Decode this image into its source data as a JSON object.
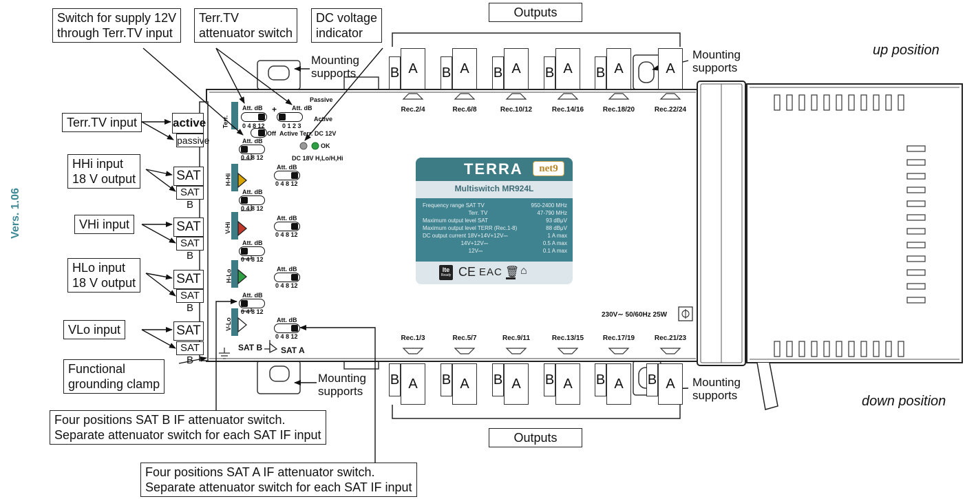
{
  "version": "Vers. 1.06",
  "positions": {
    "up": "up position",
    "down": "down position"
  },
  "callouts": {
    "switch_12v": [
      "Switch for supply 12V",
      "through Terr.TV input"
    ],
    "terr_att": [
      "Terr.TV",
      "attenuator switch"
    ],
    "dc_ind": [
      "DC voltage",
      "indicator"
    ],
    "outputs_top": "Outputs",
    "outputs_bottom": "Outputs",
    "mount_tl": [
      "Mounting",
      "supports"
    ],
    "mount_tr": [
      "Mounting",
      "supports"
    ],
    "mount_bl": [
      "Mounting",
      "supports"
    ],
    "mount_br": [
      "Mounting",
      "supports"
    ],
    "terr_input": "Terr.TV input",
    "hhi_input": [
      "HHi input",
      "18 V output"
    ],
    "vhi_input": "VHi input",
    "hlo_input": [
      "HLo input",
      "18 V output"
    ],
    "vlo_input": "VLo input",
    "grounding": [
      "Functional",
      "grounding clamp"
    ],
    "satb_att": [
      "Four positions SAT B IF attenuator switch.",
      "Separate attenuator switch for each SAT IF input"
    ],
    "sata_att": [
      "Four positions SAT A IF attenuator switch.",
      "Separate attenuator switch for each SAT IF input"
    ]
  },
  "connectors": {
    "active": "active",
    "passive": "passive",
    "sat_a": "SAT A",
    "sat_b": "SAT B"
  },
  "ports": {
    "b": "B",
    "a": "A"
  },
  "rec_top": [
    "Rec.2/4",
    "Rec.6/8",
    "Rec.10/12",
    "Rec.14/16",
    "Rec.18/20",
    "Rec.22/24"
  ],
  "rec_bottom": [
    "Rec.1/3",
    "Rec.5/7",
    "Rec.9/11",
    "Rec.13/15",
    "Rec.17/19",
    "Rec.21/23"
  ],
  "device": {
    "att_db": "Att. dB",
    "att_scale": "0 4 8 12",
    "terr_scale": "0 1 2 3",
    "passive": "Passive",
    "active": "Active",
    "off": "Off",
    "active_terr": "Active Terr. DC 12V",
    "ok": "OK",
    "dc18": "DC 18V H,Lo/H,Hi",
    "terr_label": "Terr.",
    "hhi": "H-Hi",
    "vhi": "V-Hi",
    "hlo": "H-Lo",
    "vlo": "V-Lo",
    "sat_b_legend": "SAT B",
    "sat_a_legend": "SAT A",
    "power": "230V∼ 50/60Hz 25W"
  },
  "panel": {
    "brand": "TERRA",
    "badge": "net9",
    "model": "Multiswitch MR924L",
    "rows": [
      {
        "l": "Frequency range  SAT TV",
        "r": "950-2400 MHz"
      },
      {
        "l": "                              Terr. TV",
        "r": "47-790 MHz"
      },
      {
        "l": "Maximum output level SAT",
        "r": "93 dBμV"
      },
      {
        "l": "Maximum output level TERR (Rec.1-8)",
        "r": "88 dBμV"
      },
      {
        "l": "DC output current  18V+14V+12V⎓",
        "r": "1 A max"
      },
      {
        "l": "                         14V+12V⎓",
        "r": "0.5 A max"
      },
      {
        "l": "                              12V⎓",
        "r": "0.1 A max"
      }
    ],
    "lte": "lte",
    "ready": "Ready",
    "ce": "CE",
    "eac": "EAC"
  },
  "colors": {
    "version": "#3d8a96",
    "panel_header": "#3d7b85",
    "panel_spec": "#3f8390",
    "panel_bg": "#dde6ea",
    "indicator_green": "#2ea043",
    "indicator_gray": "#999999",
    "stripe": "#3d7b85"
  }
}
